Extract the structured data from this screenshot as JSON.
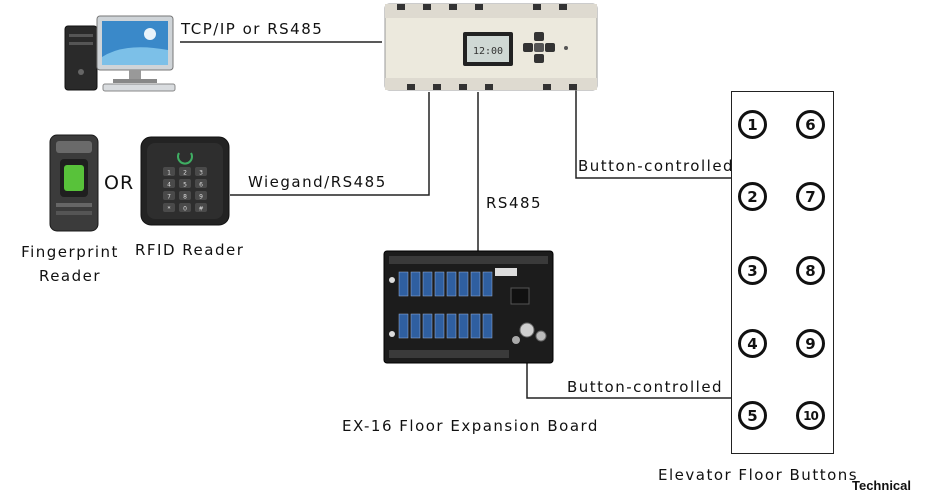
{
  "labels": {
    "tcp": "TCP/IP  or RS485",
    "or": "OR",
    "wiegand": "Wiegand/RS485",
    "rs485": "RS485",
    "button_top": "Button-controlled",
    "button_bottom": "Button-controlled",
    "fingerprint_line1": "Fingerprint",
    "fingerprint_line2": "Reader",
    "rfid": "RFID Reader",
    "expansion_board": "EX-16 Floor Expansion Board",
    "elevator_buttons": "Elevator Floor Buttons",
    "technical": "Technical"
  },
  "floor_buttons": {
    "left": [
      "1",
      "2",
      "3",
      "4",
      "5"
    ],
    "right": [
      "6",
      "7",
      "8",
      "9",
      "10"
    ]
  },
  "keypad_keys": [
    "1",
    "2",
    "3",
    "4",
    "5",
    "6",
    "7",
    "8",
    "9",
    "*",
    "0",
    "#"
  ],
  "controller_display": "12:00"
}
